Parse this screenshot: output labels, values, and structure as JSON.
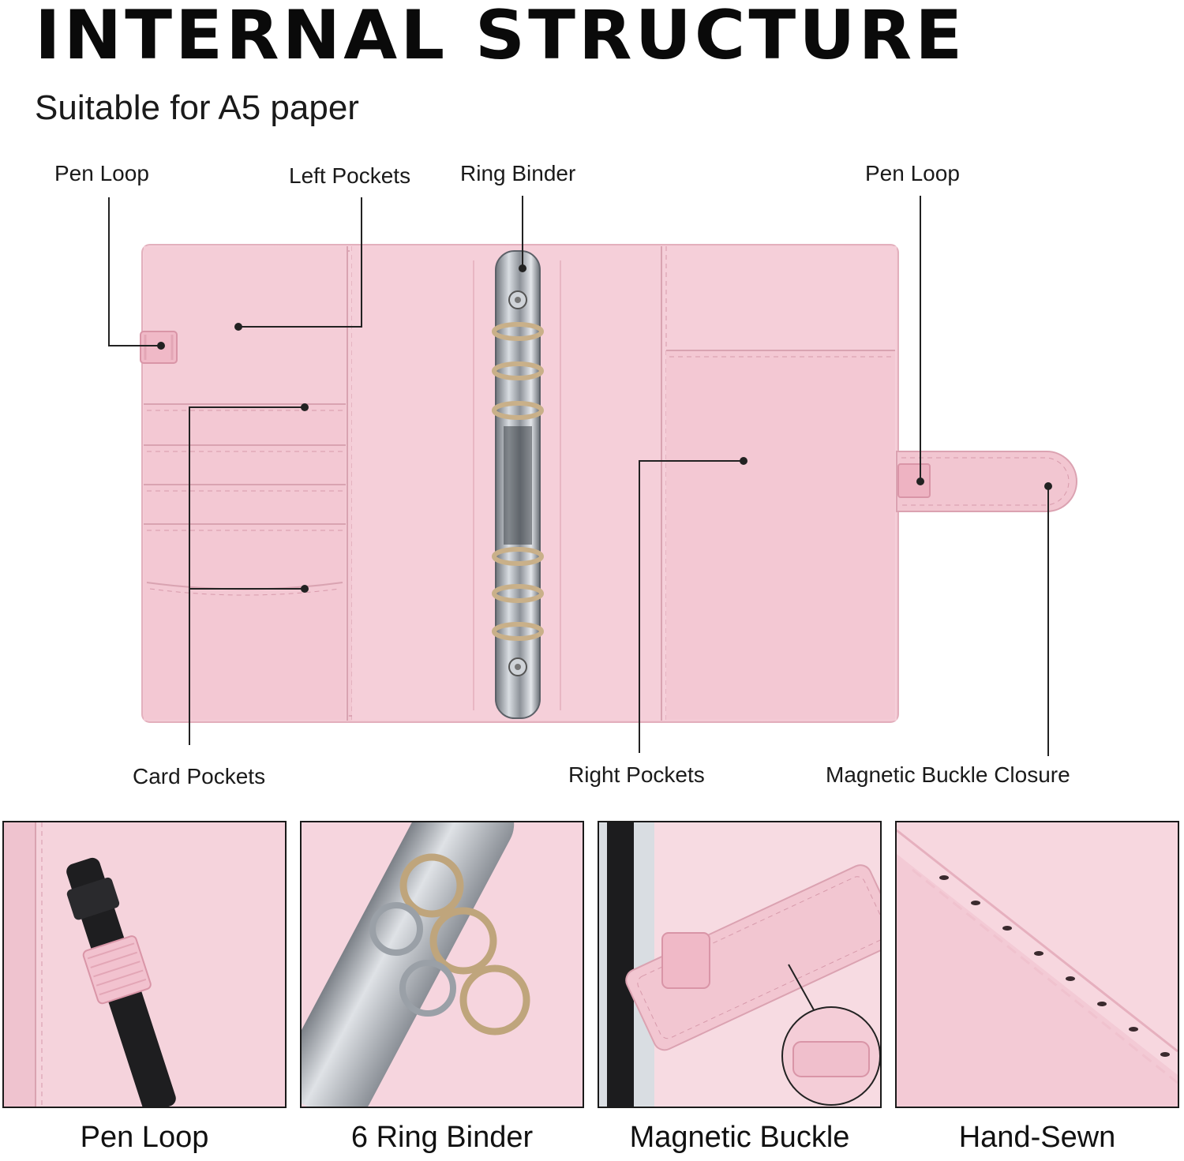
{
  "header": {
    "title": "INTERNAL STRUCTURE",
    "subtitle": "Suitable for A5 paper"
  },
  "callouts": {
    "pen_loop_left": "Pen Loop",
    "left_pockets": "Left Pockets",
    "ring_binder": "Ring Binder",
    "pen_loop_right": "Pen Loop",
    "card_pockets": "Card Pockets",
    "right_pockets": "Right Pockets",
    "magnetic_buckle_closure": "Magnetic Buckle Closure"
  },
  "details": [
    {
      "caption": "Pen Loop"
    },
    {
      "caption": "6 Ring Binder"
    },
    {
      "caption": "Magnetic Buckle"
    },
    {
      "caption": "Hand-Sewn"
    }
  ],
  "colors": {
    "leather": "#f3c9d3",
    "leather_dark": "#e8b3c0",
    "stitch": "#c88a9a",
    "metal": "#9a9ea4",
    "line": "#222222"
  }
}
